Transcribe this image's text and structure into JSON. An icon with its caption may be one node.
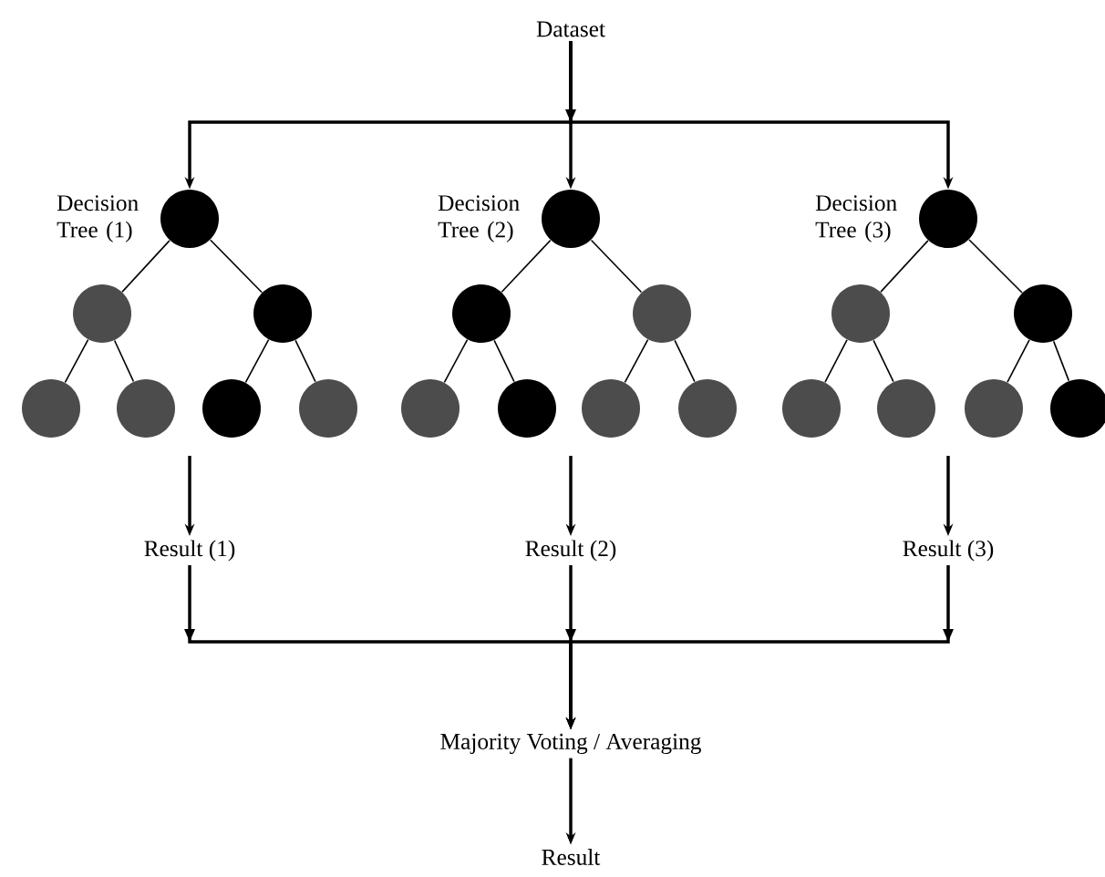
{
  "diagram": {
    "nodes": [
      {
        "text": [
          "Dataset"
        ]
      },
      {
        "text": [],
        "shape": "circle",
        "beside": [
          "Decision Tree (1)"
        ]
      },
      {
        "text": [],
        "shape": "circle"
      },
      {
        "text": [],
        "shape": "circle"
      },
      {
        "text": [],
        "shape": "circle"
      },
      {
        "text": [],
        "shape": "circle"
      },
      {
        "text": [],
        "shape": "circle"
      },
      {
        "text": [],
        "shape": "circle"
      },
      {
        "text": [],
        "shape": "circle",
        "beside": [
          "Decision Tree (2)"
        ]
      },
      {
        "text": [],
        "shape": "circle"
      },
      {
        "text": [],
        "shape": "circle"
      },
      {
        "text": [],
        "shape": "circle"
      },
      {
        "text": [],
        "shape": "circle"
      },
      {
        "text": [],
        "shape": "circle"
      },
      {
        "text": [],
        "shape": "circle"
      },
      {
        "text": [],
        "shape": "circle",
        "beside": [
          "Decision Tree (3)"
        ]
      },
      {
        "text": [],
        "shape": "circle"
      },
      {
        "text": [],
        "shape": "circle"
      },
      {
        "text": [],
        "shape": "circle"
      },
      {
        "text": [],
        "shape": "circle"
      },
      {
        "text": [],
        "shape": "circle"
      },
      {
        "text": [],
        "shape": "circle"
      },
      {
        "text": [
          "Result (1)"
        ]
      },
      {
        "text": [
          "Result (2)"
        ]
      },
      {
        "text": [
          "Result (3)"
        ]
      },
      {
        "text": [
          "Majority Voting / Averaging"
        ]
      },
      {
        "text": [
          "Result"
        ]
      }
    ],
    "edges": [
      {
        "from": 0,
        "to": 1,
        "arrow": "to"
      },
      {
        "from": 0,
        "to": 8,
        "arrow": "to"
      },
      {
        "from": 0,
        "to": 15,
        "arrow": "to"
      },
      {
        "from": 1,
        "to": 2,
        "arrow": "none"
      },
      {
        "from": 1,
        "to": 3,
        "arrow": "none"
      },
      {
        "from": 2,
        "to": 4,
        "arrow": "none"
      },
      {
        "from": 2,
        "to": 5,
        "arrow": "none"
      },
      {
        "from": 3,
        "to": 6,
        "arrow": "none"
      },
      {
        "from": 3,
        "to": 7,
        "arrow": "none"
      },
      {
        "from": 8,
        "to": 9,
        "arrow": "none"
      },
      {
        "from": 8,
        "to": 10,
        "arrow": "none"
      },
      {
        "from": 9,
        "to": 11,
        "arrow": "none"
      },
      {
        "from": 9,
        "to": 12,
        "arrow": "none"
      },
      {
        "from": 10,
        "to": 13,
        "arrow": "none"
      },
      {
        "from": 10,
        "to": 14,
        "arrow": "none"
      },
      {
        "from": 15,
        "to": 16,
        "arrow": "none"
      },
      {
        "from": 15,
        "to": 17,
        "arrow": "none"
      },
      {
        "from": 16,
        "to": 18,
        "arrow": "none"
      },
      {
        "from": 16,
        "to": 19,
        "arrow": "none"
      },
      {
        "from": 17,
        "to": 20,
        "arrow": "none"
      },
      {
        "from": 17,
        "to": 21,
        "arrow": "none"
      },
      {
        "from": null,
        "to": 22,
        "arrow": "to"
      },
      {
        "from": null,
        "to": 23,
        "arrow": "to"
      },
      {
        "from": null,
        "to": 24,
        "arrow": "to"
      },
      {
        "from": 22,
        "to": 25,
        "arrow": "to"
      },
      {
        "from": 23,
        "to": 25,
        "arrow": "to"
      },
      {
        "from": 24,
        "to": 25,
        "arrow": "to"
      },
      {
        "from": 25,
        "to": 26,
        "arrow": "to"
      }
    ]
  }
}
